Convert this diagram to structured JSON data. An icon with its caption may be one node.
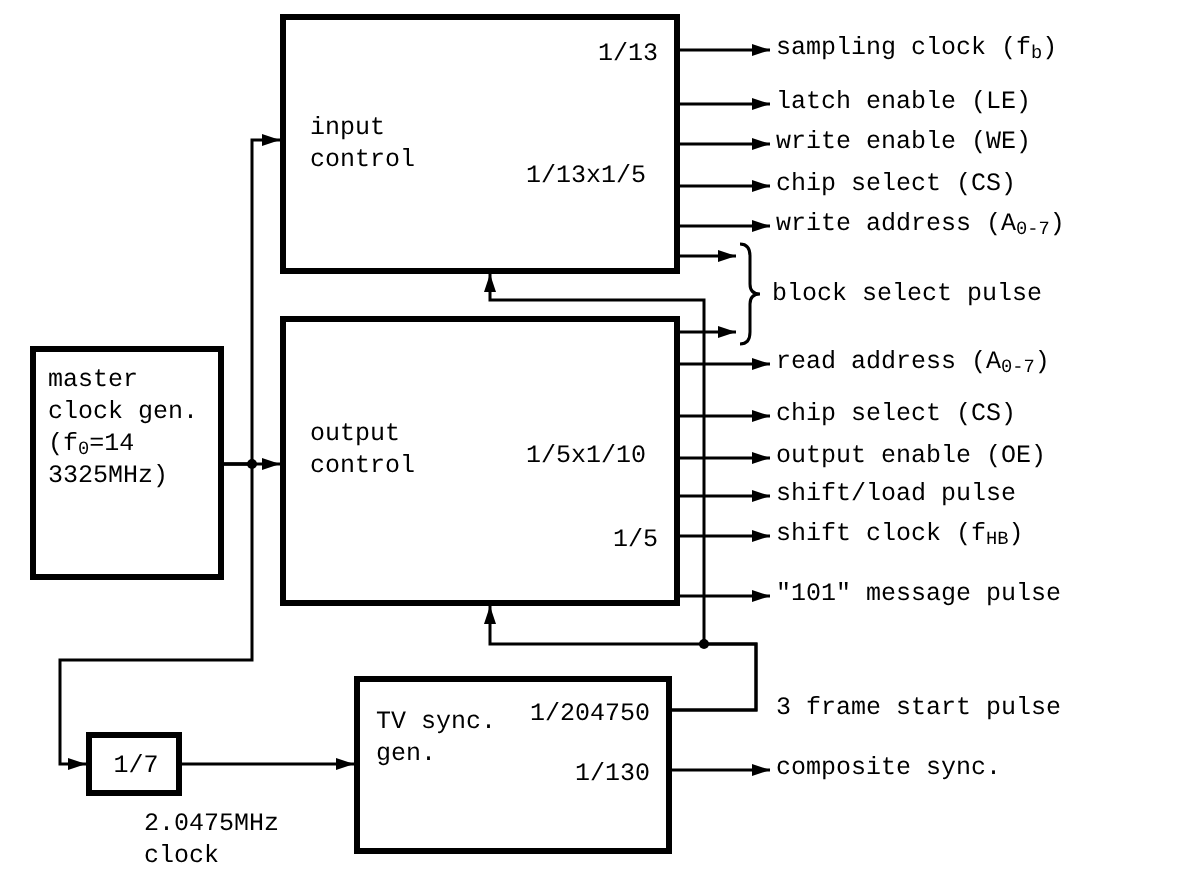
{
  "diagram": {
    "nodes": [
      {
        "text": [
          "input control",
          "1/13",
          "1/13x1/5"
        ]
      },
      {
        "text": [
          "output control",
          "1/5x1/10",
          "1/5"
        ]
      },
      {
        "text": [
          "master clock gen. (f$_{0}$=14 3325MHz)"
        ]
      },
      {
        "text": [
          "1/7"
        ],
        "beside": [
          "2.0475MHz clock"
        ]
      },
      {
        "text": [
          "TV sync. gen.",
          "1/204750",
          "1/130"
        ]
      },
      {
        "text": [
          "sampling clock (f$_{b}$)"
        ]
      },
      {
        "text": [
          "latch enable (LE)"
        ]
      },
      {
        "text": [
          "write enable (WE)"
        ]
      },
      {
        "text": [
          "chip select (CS)"
        ]
      },
      {
        "text": [
          "write address (A$_{0-7}$)"
        ]
      },
      {
        "text": [
          "block select pulse"
        ]
      },
      {
        "text": [
          "read address (A$_{0-7}$)"
        ]
      },
      {
        "text": [
          "chip select (CS)"
        ]
      },
      {
        "text": [
          "output enable (OE)"
        ]
      },
      {
        "text": [
          "shift/load pulse"
        ]
      },
      {
        "text": [
          "shift clock (f$_{HB}$)"
        ]
      },
      {
        "text": [
          "\"101\" message pulse"
        ]
      },
      {
        "text": [
          "composite sync."
        ]
      }
    ],
    "edges": [
      {
        "from": 0,
        "to": 5,
        "arrow": "to"
      },
      {
        "from": 0,
        "to": 6,
        "arrow": "to"
      },
      {
        "from": 0,
        "to": 7,
        "arrow": "to"
      },
      {
        "from": 0,
        "to": 8,
        "arrow": "to"
      },
      {
        "from": 0,
        "to": 9,
        "arrow": "to"
      },
      {
        "from": 0,
        "to": 10,
        "arrow": "to"
      },
      {
        "from": 1,
        "to": 10,
        "arrow": "to"
      },
      {
        "from": 1,
        "to": 11,
        "arrow": "to"
      },
      {
        "from": 1,
        "to": 12,
        "arrow": "to"
      },
      {
        "from": 1,
        "to": 13,
        "arrow": "to"
      },
      {
        "from": 1,
        "to": 14,
        "arrow": "to"
      },
      {
        "from": 1,
        "to": 15,
        "arrow": "to"
      },
      {
        "from": 1,
        "to": 16,
        "arrow": "to"
      },
      {
        "from": 2,
        "to": 0,
        "arrow": "to"
      },
      {
        "from": 2,
        "to": 1,
        "arrow": "to"
      },
      {
        "from": 2,
        "to": 3,
        "arrow": "to"
      },
      {
        "from": 3,
        "to": 4,
        "arrow": "to"
      },
      {
        "from": 4,
        "to": 0,
        "arrow": "to"
      },
      {
        "from": 4,
        "to": 1,
        "arrow": "to"
      },
      {
        "from": 4,
        "to": 17,
        "arrow": "to"
      }
    ],
    "labels": [
      "3 frame start pulse"
    ]
  }
}
